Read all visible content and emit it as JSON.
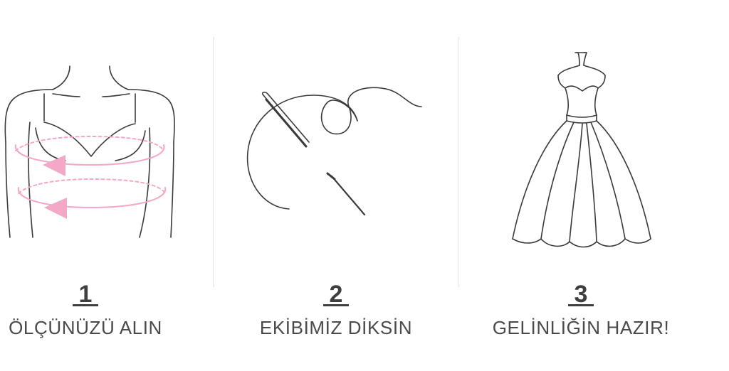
{
  "steps": [
    {
      "number": "1",
      "caption": "ÖLÇÜNÜZÜ ALIN",
      "icon": "measure-bust-icon",
      "accent_color": "#f4a7c7"
    },
    {
      "number": "2",
      "caption": "EKİBİMİZ DİKSİN",
      "icon": "needle-thread-icon"
    },
    {
      "number": "3",
      "caption": "GELİNLİĞİN HAZIR!",
      "icon": "wedding-dress-icon"
    }
  ],
  "colors": {
    "line": "#3a3a3a",
    "text": "#4a4a4a",
    "divider": "#e4e4e4"
  }
}
